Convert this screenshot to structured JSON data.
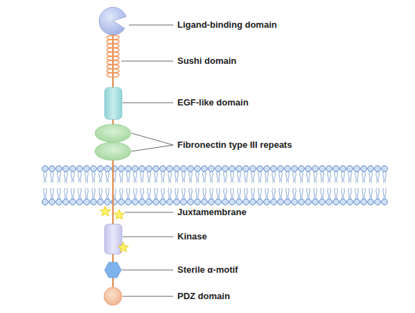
{
  "diagram": {
    "labels": [
      "Ligand-binding domain",
      "Sushi domain",
      "EGF-like domain",
      "Fibronectin type III repeats",
      "Juxtamembrane",
      "Kinase",
      "Sterile α-motif",
      "PDZ domain"
    ]
  }
}
